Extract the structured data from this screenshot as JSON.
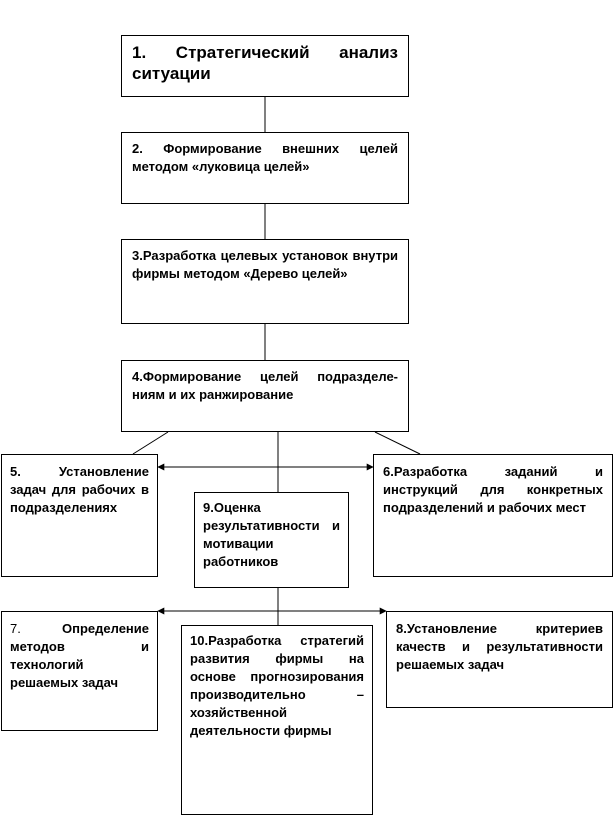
{
  "boxes": {
    "b1": {
      "num": "1.",
      "text": "Стратегический анализ ситуации"
    },
    "b2": {
      "num": "2.",
      "text": "Формирование внешних целей методом «луковица целей»"
    },
    "b3": {
      "num": "3.",
      "text": "Разработка целевых установок внутри фирмы методом «Дерево целей»"
    },
    "b4": {
      "num": "4.",
      "text": "Формирование целей подразделе-ниям и их ранжирование"
    },
    "b5": {
      "num": "5.",
      "text": "Установление задач для рабочих в подразделениях"
    },
    "b6": {
      "num": "6.",
      "text": "Разработка заданий и инструкций для конкретных подразделений и рабочих мест"
    },
    "b7": {
      "num": "7.",
      "text": "Определение методов и технологий решаемых задач"
    },
    "b8": {
      "num": "8.",
      "text": "Установление критериев качеств и результативности решаемых задач"
    },
    "b9": {
      "num": "9.",
      "text": "Оценка результативности и мотивации работников"
    },
    "b10": {
      "num": "10.",
      "text": "Разработка стратегий развития фирмы на основе прогнозирования производительно – хозяйственной деятельности фирмы"
    }
  },
  "colors": {
    "line": "#000000",
    "box_border": "#000000",
    "background": "#ffffff"
  }
}
